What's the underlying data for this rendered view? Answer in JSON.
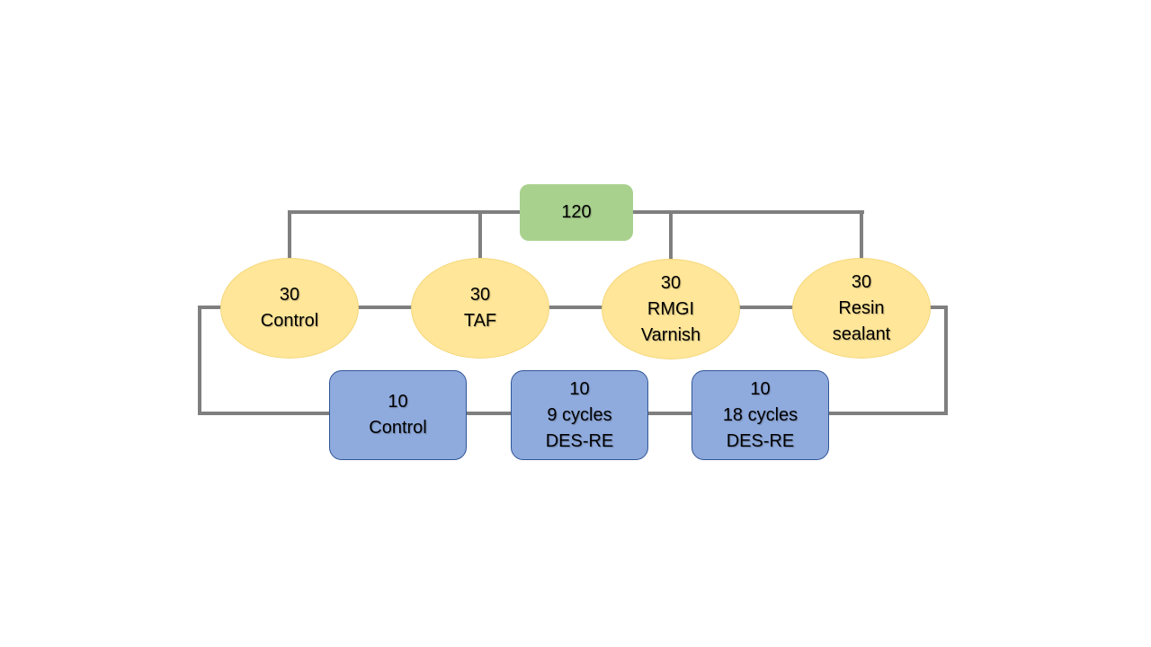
{
  "diagram": {
    "type": "hierarchy",
    "root": {
      "count": "120"
    },
    "groups": [
      {
        "count": "30",
        "lines": [
          "Control"
        ]
      },
      {
        "count": "30",
        "lines": [
          "TAF"
        ]
      },
      {
        "count": "30",
        "lines": [
          "RMGI",
          "Varnish"
        ]
      },
      {
        "count": "30",
        "lines": [
          "Resin",
          "sealant"
        ]
      }
    ],
    "subgroups": [
      {
        "count": "10",
        "lines": [
          "Control"
        ]
      },
      {
        "count": "10",
        "lines": [
          "9 cycles",
          "DES-RE"
        ]
      },
      {
        "count": "10",
        "lines": [
          "18 cycles",
          "DES-RE"
        ]
      }
    ],
    "colors": {
      "root_fill": "#a9d18e",
      "group_fill": "#ffe699",
      "subgroup_fill": "#8faadc",
      "subgroup_border": "#2f5597",
      "connector": "#7f7f7f"
    }
  }
}
